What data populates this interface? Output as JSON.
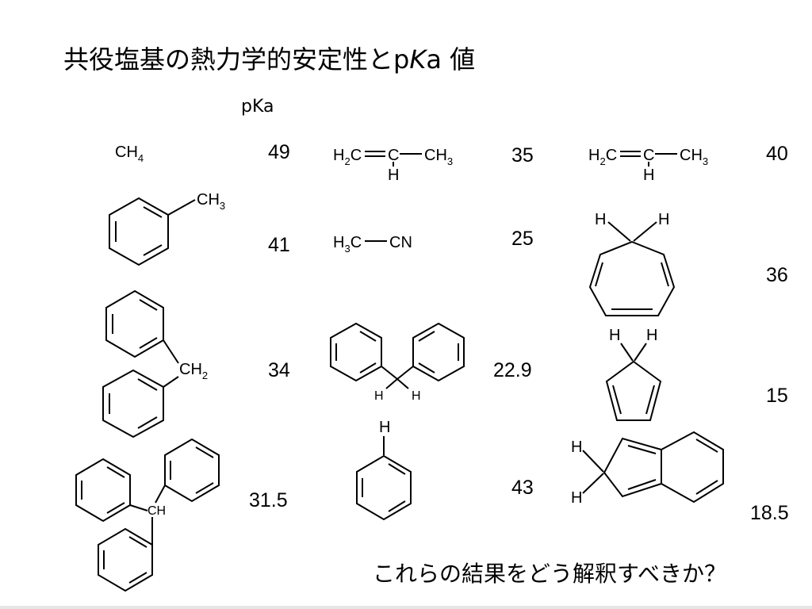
{
  "title": {
    "main": "共役塩基の熱力学的安定性とp",
    "italic": "K",
    "tail": "a 値"
  },
  "pka_header": "pKa",
  "values": {
    "methane": "49",
    "propene_a": "35",
    "propene_b": "40",
    "toluene": "41",
    "acetonitrile": "25",
    "cycloheptatriene": "36",
    "diphenylmethane": "34",
    "fluorene": "22.9",
    "cyclopentadiene": "15",
    "triphenylmethane": "31.5",
    "benzene": "43",
    "indene": "18.5"
  },
  "labels": {
    "CH": "CH",
    "C": "C",
    "H": "H",
    "CN": "CN",
    "H2C": "H",
    "sub2": "2",
    "sub3": "3",
    "sub4": "4"
  },
  "question": "これらの結果をどう解釈すべきか？"
}
